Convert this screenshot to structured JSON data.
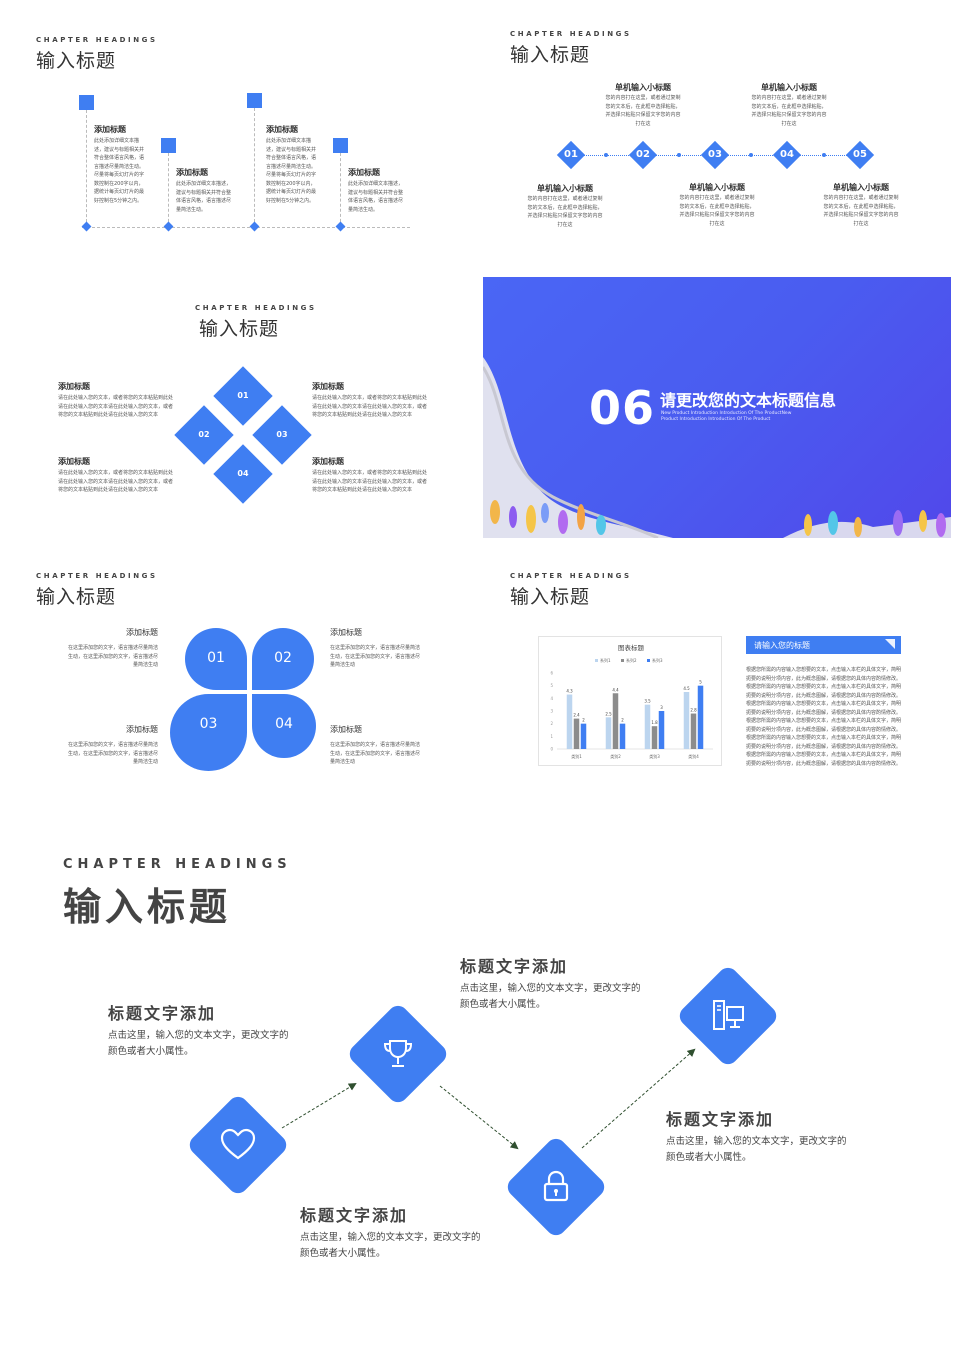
{
  "colors": {
    "accent": "#3f7ef2",
    "banner": "#4a5cf0"
  },
  "s1": {
    "chapter": "CHAPTER HEADINGS",
    "title": "输入标题",
    "items": [
      {
        "title": "添加标题",
        "desc": "此处添加详细文本描述，建议与标题相关并符合整体语言风格，语言描述尽量简洁生动。尽量将每页幻灯片的字数控制在200字以内，据统计每页幻灯片的最好控制在5分钟之内。"
      },
      {
        "title": "添加标题",
        "desc": "此处添加详细文本描述，建议与标题相关并符合整体语言风格，语言描述尽量简洁生动。"
      },
      {
        "title": "添加标题",
        "desc": "此处添加详细文本描述，建议与标题相关并符合整体语言风格，语言描述尽量简洁生动。尽量将每页幻灯片的字数控制在200字以内，据统计每页幻灯片的最好控制在5分钟之内。"
      },
      {
        "title": "添加标题",
        "desc": "此处添加详细文本描述，建议与标题相关并符合整体语言风格，语言描述尽量简洁生动。"
      }
    ]
  },
  "s2": {
    "chapter": "CHAPTER HEADINGS",
    "title": "输入标题",
    "nums": [
      "01",
      "02",
      "03",
      "04",
      "05"
    ],
    "items": [
      {
        "title": "单机输入小标题",
        "desc": "您的内容打在这里，或者通过复制您的文本后，在此框中选择粘贴，并选择只粘贴只保留文字您的内容打在这"
      },
      {
        "title": "单机输入小标题",
        "desc": "您的内容打在这里，或者通过复制您的文本后，在此框中选择粘贴，并选择只粘贴只保留文字您的内容打在这"
      },
      {
        "title": "单机输入小标题",
        "desc": "您的内容打在这里，或者通过复制您的文本后，在此框中选择粘贴，并选择只粘贴只保留文字您的内容打在这"
      },
      {
        "title": "单机输入小标题",
        "desc": "您的内容打在这里，或者通过复制您的文本后，在此框中选择粘贴，并选择只粘贴只保留文字您的内容打在这"
      },
      {
        "title": "单机输入小标题",
        "desc": "您的内容打在这里，或者通过复制您的文本后，在此框中选择粘贴，并选择只粘贴只保留文字您的内容打在这"
      }
    ]
  },
  "s3": {
    "chapter": "CHAPTER HEADINGS",
    "title": "输入标题",
    "nums": [
      "01",
      "02",
      "03",
      "04"
    ],
    "items": [
      {
        "title": "添加标题",
        "desc": "请在此处输入您的文本，或者将您的文本粘贴到此处请在此处输入您的文本请在此处输入您的文本，或者将您的文本粘贴到此处请在此处输入您的文本"
      },
      {
        "title": "添加标题",
        "desc": "请在此处输入您的文本，或者将您的文本粘贴到此处请在此处输入您的文本请在此处输入您的文本，或者将您的文本粘贴到此处请在此处输入您的文本"
      },
      {
        "title": "添加标题",
        "desc": "请在此处输入您的文本，或者将您的文本粘贴到此处请在此处输入您的文本请在此处输入您的文本，或者将您的文本粘贴到此处请在此处输入您的文本"
      },
      {
        "title": "添加标题",
        "desc": "请在此处输入您的文本，或者将您的文本粘贴到此处请在此处输入您的文本请在此处输入您的文本，或者将您的文本粘贴到此处请在此处输入您的文本"
      }
    ]
  },
  "s4": {
    "number": "06",
    "title": "请更改您的文本标题信息",
    "subtitle1": "New Product Introduction Introduction Of The ProductNew",
    "subtitle2": "Product Introduction Introduction Of The Product"
  },
  "s5": {
    "chapter": "CHAPTER HEADINGS",
    "title": "输入标题",
    "nums": [
      "01",
      "02",
      "03",
      "04"
    ],
    "items": [
      {
        "title": "添加标题",
        "desc": "在这里添加您的文字，语言描述尽量简洁生动，在这里添加您的文字，语言描述尽量简洁生动"
      },
      {
        "title": "添加标题",
        "desc": "在这里添加您的文字，语言描述尽量简洁生动，在这里添加您的文字，语言描述尽量简洁生动"
      },
      {
        "title": "添加标题",
        "desc": "在这里添加您的文字，语言描述尽量简洁生动，在这里添加您的文字，语言描述尽量简洁生动"
      },
      {
        "title": "添加标题",
        "desc": "在这里添加您的文字，语言描述尽量简洁生动，在这里添加您的文字，语言描述尽量简洁生动"
      }
    ]
  },
  "s6": {
    "chapter": "CHAPTER HEADINGS",
    "title": "输入标题",
    "panel_title": "请输入您的标题",
    "paragraphs": [
      "根据您所需的内容输入您想要的文本，点击输入本栏的具体文字，简明扼要的说明分项内容，此为概念图解，请根据您的具体内容酌情修改。",
      "根据您所需的内容输入您想要的文本，点击输入本栏的具体文字，简明扼要的说明分项内容，此为概念图解，请根据您的具体内容酌情修改。",
      "根据您所需的内容输入您想要的文本，点击输入本栏的具体文字，简明扼要的说明分项内容，此为概念图解，请根据您的具体内容酌情修改。",
      "根据您所需的内容输入您想要的文本，点击输入本栏的具体文字，简明扼要的说明分项内容，此为概念图解，请根据您的具体内容酌情修改。",
      "根据您所需的内容输入您想要的文本，点击输入本栏的具体文字，简明扼要的说明分项内容，此为概念图解，请根据您的具体内容酌情修改。",
      "根据您所需的内容输入您想要的文本，点击输入本栏的具体文字，简明扼要的说明分项内容，此为概念图解，请根据您的具体内容酌情修改。"
    ]
  },
  "chart_data": {
    "type": "bar",
    "title": "图表标题",
    "categories": [
      "类别1",
      "类别2",
      "类别3",
      "类别4"
    ],
    "series": [
      {
        "name": "系列1",
        "values": [
          4.3,
          2.5,
          3.5,
          4.5
        ]
      },
      {
        "name": "系列2",
        "values": [
          2.4,
          4.4,
          1.8,
          2.8
        ]
      },
      {
        "name": "系列3",
        "values": [
          2,
          2,
          3,
          5
        ]
      }
    ],
    "colors": [
      "#bcd5ef",
      "#8c8c8c",
      "#3f7ef2"
    ],
    "ylim": [
      0,
      6
    ],
    "yticks": [
      "0",
      "1",
      "2",
      "3",
      "4",
      "5",
      "6"
    ],
    "legend": "top"
  },
  "s7": {
    "chapter": "CHAPTER HEADINGS",
    "title": "输入标题",
    "items": [
      {
        "title": "标题文字添加",
        "desc1": "点击这里，输入您的文本文字，更改文字的",
        "desc2": "颜色或者大小属性。"
      },
      {
        "title": "标题文字添加",
        "desc1": "点击这里，输入您的文本文字，更改文字的",
        "desc2": "颜色或者大小属性。"
      },
      {
        "title": "标题文字添加",
        "desc1": "点击这里，输入您的文本文字，更改文字的",
        "desc2": "颜色或者大小属性。"
      },
      {
        "title": "标题文字添加",
        "desc1": "点击这里，输入您的文本文字，更改文字的",
        "desc2": "颜色或者大小属性。"
      }
    ],
    "icons": [
      "heart-icon",
      "trophy-icon",
      "lock-icon",
      "computer-icon"
    ]
  }
}
